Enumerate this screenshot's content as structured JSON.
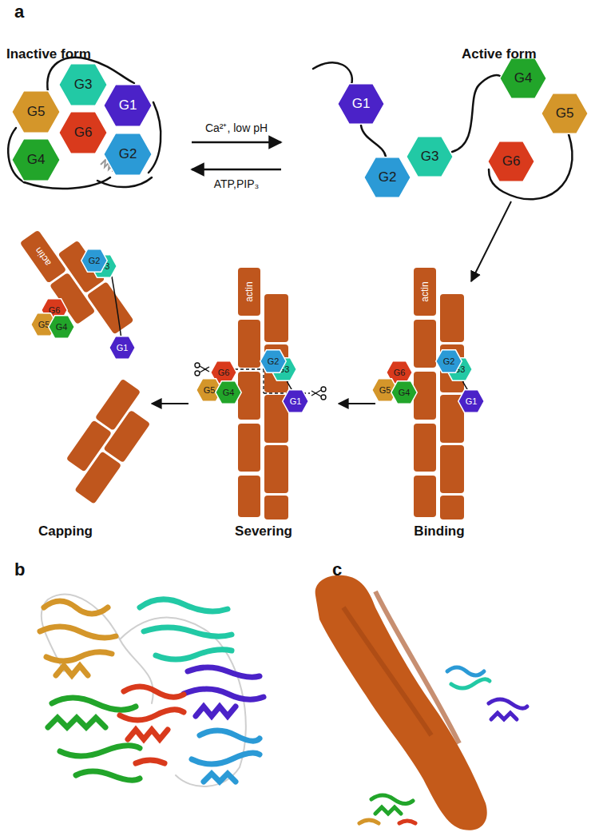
{
  "diagram": {
    "nodes": [
      {
        "text": [
          "G1"
        ]
      },
      {
        "text": [
          "G2"
        ]
      },
      {
        "text": [
          "G3"
        ]
      },
      {
        "text": [
          "G4"
        ]
      },
      {
        "text": [
          "G5"
        ]
      },
      {
        "text": [
          "G6"
        ]
      },
      {
        "text": [
          "G1"
        ]
      },
      {
        "text": [
          "G2"
        ]
      },
      {
        "text": [
          "G3"
        ]
      },
      {
        "text": [
          "G4"
        ]
      },
      {
        "text": [
          "G5"
        ]
      },
      {
        "text": [
          "G6"
        ]
      },
      {
        "text": [
          "actin"
        ]
      },
      {
        "text": [
          "G6"
        ]
      },
      {
        "text": [
          "G5"
        ]
      },
      {
        "text": [
          "G4"
        ]
      },
      {
        "text": [
          "G2"
        ]
      },
      {
        "text": [
          "G3"
        ]
      },
      {
        "text": [
          "G1"
        ]
      },
      {
        "text": [
          "actin"
        ]
      },
      {
        "text": [
          "G6"
        ]
      },
      {
        "text": [
          "G5"
        ]
      },
      {
        "text": [
          "G4"
        ]
      },
      {
        "text": [
          "G2"
        ]
      },
      {
        "text": [
          "G3"
        ]
      },
      {
        "text": [
          "G1"
        ]
      },
      {
        "text": [
          "actin"
        ]
      },
      {
        "text": [
          "G6"
        ]
      },
      {
        "text": [
          "G5"
        ]
      },
      {
        "text": [
          "G4"
        ]
      },
      {
        "text": [
          "G2"
        ]
      },
      {
        "text": [
          "G3"
        ]
      },
      {
        "text": [
          "G1"
        ]
      }
    ],
    "labels": [
      "a",
      "Inactive form",
      "Active form",
      "Ca²⁺, low pH",
      "ATP,PIP₃",
      "Capping",
      "Severing",
      "Binding",
      "b",
      "c"
    ]
  }
}
